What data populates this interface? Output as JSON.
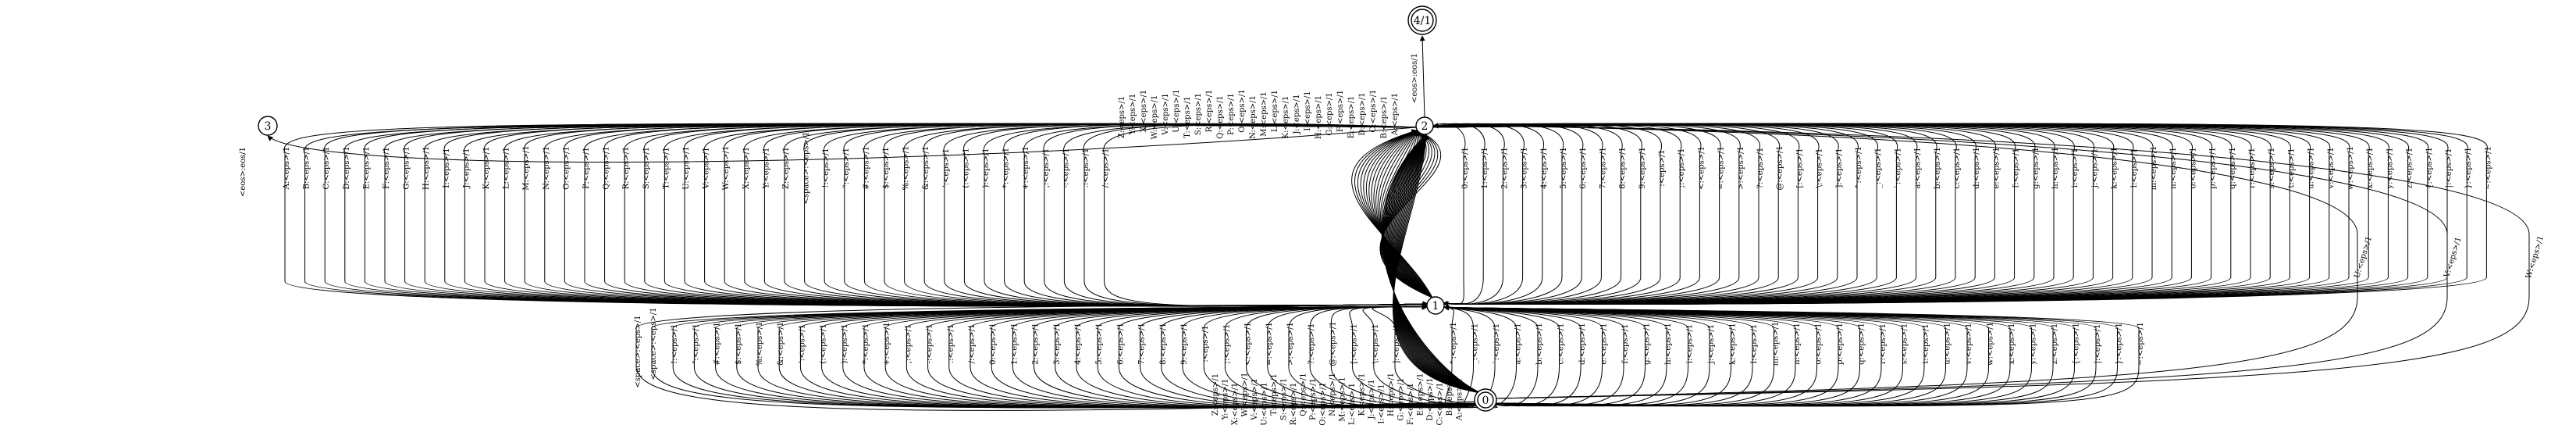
{
  "diagram": {
    "type": "finite-state-transducer",
    "states": [
      {
        "id": "0",
        "label": "0",
        "final": true
      },
      {
        "id": "1",
        "label": "1",
        "final": false
      },
      {
        "id": "2",
        "label": "2",
        "final": false
      },
      {
        "id": "3",
        "label": "3",
        "final": false
      },
      {
        "id": "4",
        "label": "4/1",
        "final": true
      }
    ],
    "upper_left_labels_2_to_1": [
      "A:<eps>/1",
      "B:<eps>/1",
      "C:<eps>/1",
      "D:<eps>/1",
      "E:<eps>/1",
      "F:<eps>/1",
      "G:<eps>/1",
      "H:<eps>/1",
      "I:<eps>/1",
      "J:<eps>/1",
      "K:<eps>/1",
      "L:<eps>/1",
      "M:<eps>/1",
      "N:<eps>/1",
      "O:<eps>/1",
      "P:<eps>/1",
      "Q:<eps>/1",
      "R:<eps>/1",
      "S:<eps>/1",
      "T:<eps>/1",
      "U:<eps>/1",
      "V:<eps>/1",
      "W:<eps>/1",
      "X:<eps>/1",
      "Y:<eps>/1",
      "Z:<eps>/1",
      "<space>:<eps>/1",
      "!:<eps>/1",
      "\":<eps>/1",
      "#:<eps>/1",
      "$:<eps>/1",
      "%:<eps>/1",
      "&:<eps>/1",
      "':<eps>/1",
      "(:<eps>/1",
      "):<eps>/1",
      "*:<eps>/1",
      "+:<eps>/1",
      ",:<eps>/1",
      "-:<eps>/1",
      ".:<eps>/1",
      "/:<eps>/1"
    ],
    "upper_right_labels_2_to_1": [
      "0:<eps>/1",
      "1:<eps>/1",
      "2:<eps>/1",
      "3:<eps>/1",
      "4:<eps>/1",
      "5:<eps>/1",
      "6:<eps>/1",
      "7:<eps>/1",
      "8:<eps>/1",
      "9:<eps>/1",
      ":<eps>/1",
      ";:<eps>/1",
      "<:<eps>/1",
      "=:<eps>/1",
      ">:<eps>/1",
      "?:<eps>/1",
      "@:<eps>/1",
      "[:<eps>/1",
      "\\:<eps>/1",
      "]:<eps>/1",
      "^:<eps>/1",
      "_:<eps>/1",
      "`:<eps>/1",
      "a:<eps>/1",
      "b:<eps>/1",
      "c:<eps>/1",
      "d:<eps>/1",
      "e:<eps>/1",
      "f:<eps>/1",
      "g:<eps>/1",
      "h:<eps>/1",
      "i:<eps>/1",
      "j:<eps>/1",
      "k:<eps>/1",
      "l:<eps>/1",
      "m:<eps>/1",
      "n:<eps>/1",
      "o:<eps>/1",
      "p:<eps>/1",
      "q:<eps>/1",
      "r:<eps>/1",
      "s:<eps>/1",
      "t:<eps>/1",
      "u:<eps>/1",
      "v:<eps>/1",
      "w:<eps>/1",
      "x:<eps>/1",
      "y:<eps>/1",
      "z:<eps>/1",
      "{:<eps>/1",
      "|:<eps>/1",
      "}:<eps>/1",
      "~:<eps>/1"
    ],
    "fan_labels_1_to_2": [
      "Z:<eps>/1",
      "Y:<eps>/1",
      "X:<eps>/1",
      "W:<eps>/1",
      "V:<eps>/1",
      "U:<eps>/1",
      "T:<eps>/1",
      "S:<eps>/1",
      "R:<eps>/1",
      "Q:<eps>/1",
      "P:<eps>/1",
      "O:<eps>/1",
      "N:<eps>/1",
      "M:<eps>/1",
      "L:<eps>/1",
      "K:<eps>/1",
      "J:<eps>/1",
      "I:<eps>/1",
      "H:<eps>/1",
      "G:<eps>/1",
      "F:<eps>/1",
      "E:<eps>/1",
      "D:<eps>/1",
      "C:<eps>/1",
      "B:<eps>/1",
      "A:<eps>/1"
    ],
    "lower_left_labels_0_to_1": [
      "<space>:<eps>/1",
      "!:<eps>/1",
      "\":<eps>/1",
      "#:<eps>/1",
      "$:<eps>/1",
      "%:<eps>/1",
      "&:<eps>/1",
      "':<eps>/1",
      "(:<eps>/1",
      "):<eps>/1",
      "*:<eps>/1",
      "+:<eps>/1",
      ",:<eps>/1",
      "-:<eps>/1",
      ".:<eps>/1",
      "/:<eps>/1",
      "0:<eps>/1",
      "1:<eps>/1",
      "2:<eps>/1",
      "3:<eps>/1",
      "4:<eps>/1",
      "5:<eps>/1",
      "6:<eps>/1",
      "7:<eps>/1",
      "8:<eps>/1",
      "9:<eps>/1",
      ":<eps>/1",
      ";:<eps>/1",
      "<:<eps>/1",
      "=:<eps>/1",
      ">:<eps>/1",
      "?:<eps>/1",
      "@:<eps>/1",
      "[:<eps>/1",
      "\\:<eps>/1",
      "]:<eps>/1"
    ],
    "lower_right_labels_0_to_1": [
      "^:<eps>/1",
      "_:<eps>/1",
      "`:<eps>/1",
      "a:<eps>/1",
      "b:<eps>/1",
      "c:<eps>/1",
      "d:<eps>/1",
      "e:<eps>/1",
      "f:<eps>/1",
      "g:<eps>/1",
      "h:<eps>/1",
      "i:<eps>/1",
      "j:<eps>/1",
      "k:<eps>/1",
      "l:<eps>/1",
      "m:<eps>/1",
      "n:<eps>/1",
      "o:<eps>/1",
      "p:<eps>/1",
      "q:<eps>/1",
      "r:<eps>/1",
      "s:<eps>/1",
      "t:<eps>/1",
      "u:<eps>/1",
      "v:<eps>/1",
      "w:<eps>/1",
      "x:<eps>/1",
      "y:<eps>/1",
      "z:<eps>/1",
      "{:<eps>/1",
      "|:<eps>/1",
      "}:<eps>/1",
      "~:<eps>/1"
    ],
    "fan_labels_0_to_2": [
      "Z:<eps>/1",
      "Y:<eps>/1",
      "X:<eps>/1",
      "W:<eps>/1",
      "V:<eps>/1",
      "U:<eps>/1",
      "T:<eps>/1",
      "S:<eps>/1",
      "R:<eps>/1",
      "Q:<eps>/1",
      "P:<eps>/1",
      "O:<eps>/1",
      "N:<eps>/1",
      "M:<eps>/1",
      "L:<eps>/1",
      "K:<eps>/1",
      "J:<eps>/1",
      "I:<eps>/1",
      "H:<eps>/1",
      "G:<eps>/1",
      "F:<eps>/1",
      "E:<eps>/1",
      "D:<eps>/1",
      "C:<eps>/1",
      "B:<eps>/1",
      "A:<eps>/1"
    ],
    "far_right_labels_0_to_2": [
      "U:<eps>/1",
      "V:<eps>/1",
      "W:<eps>/1"
    ],
    "special_edges": {
      "edge_2_to_3": "<eos>:eos/1",
      "edge_2_to_4": "<eos>:eos/1",
      "edge_0_to_1_space": "<space>:<eps>/1"
    }
  }
}
